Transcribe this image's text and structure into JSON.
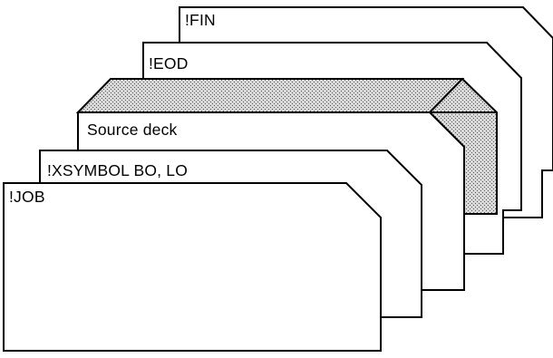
{
  "cards": {
    "fin": {
      "label": "!FIN"
    },
    "eod": {
      "label": "!EOD"
    },
    "source": {
      "label": "Source deck"
    },
    "xsymbol": {
      "label": "!XSYMBOL BO, LO"
    },
    "job": {
      "label": "!JOB"
    }
  },
  "colors": {
    "line": "#000000",
    "card_fill": "#ffffff",
    "deck_shading": "#d8d8d8",
    "deck_dots": "#555555"
  }
}
